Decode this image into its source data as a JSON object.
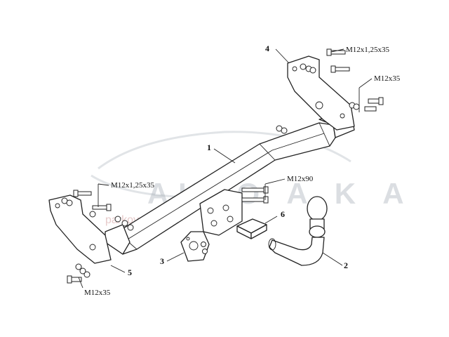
{
  "watermark": {
    "brand": "AUTO  A K A",
    "site": "parkovmarket"
  },
  "parts": [
    {
      "number": "1"
    },
    {
      "number": "2"
    },
    {
      "number": "3"
    },
    {
      "number": "4"
    },
    {
      "number": "5"
    },
    {
      "number": "6"
    }
  ],
  "bolt_specs": {
    "top_left_bracket": "M12x1,25x35",
    "top_right_bracket": "M12x35",
    "mid_left_bracket": "M12x1,25x35",
    "center_plate": "M12x90",
    "bottom_left_bracket": "M12x35"
  }
}
